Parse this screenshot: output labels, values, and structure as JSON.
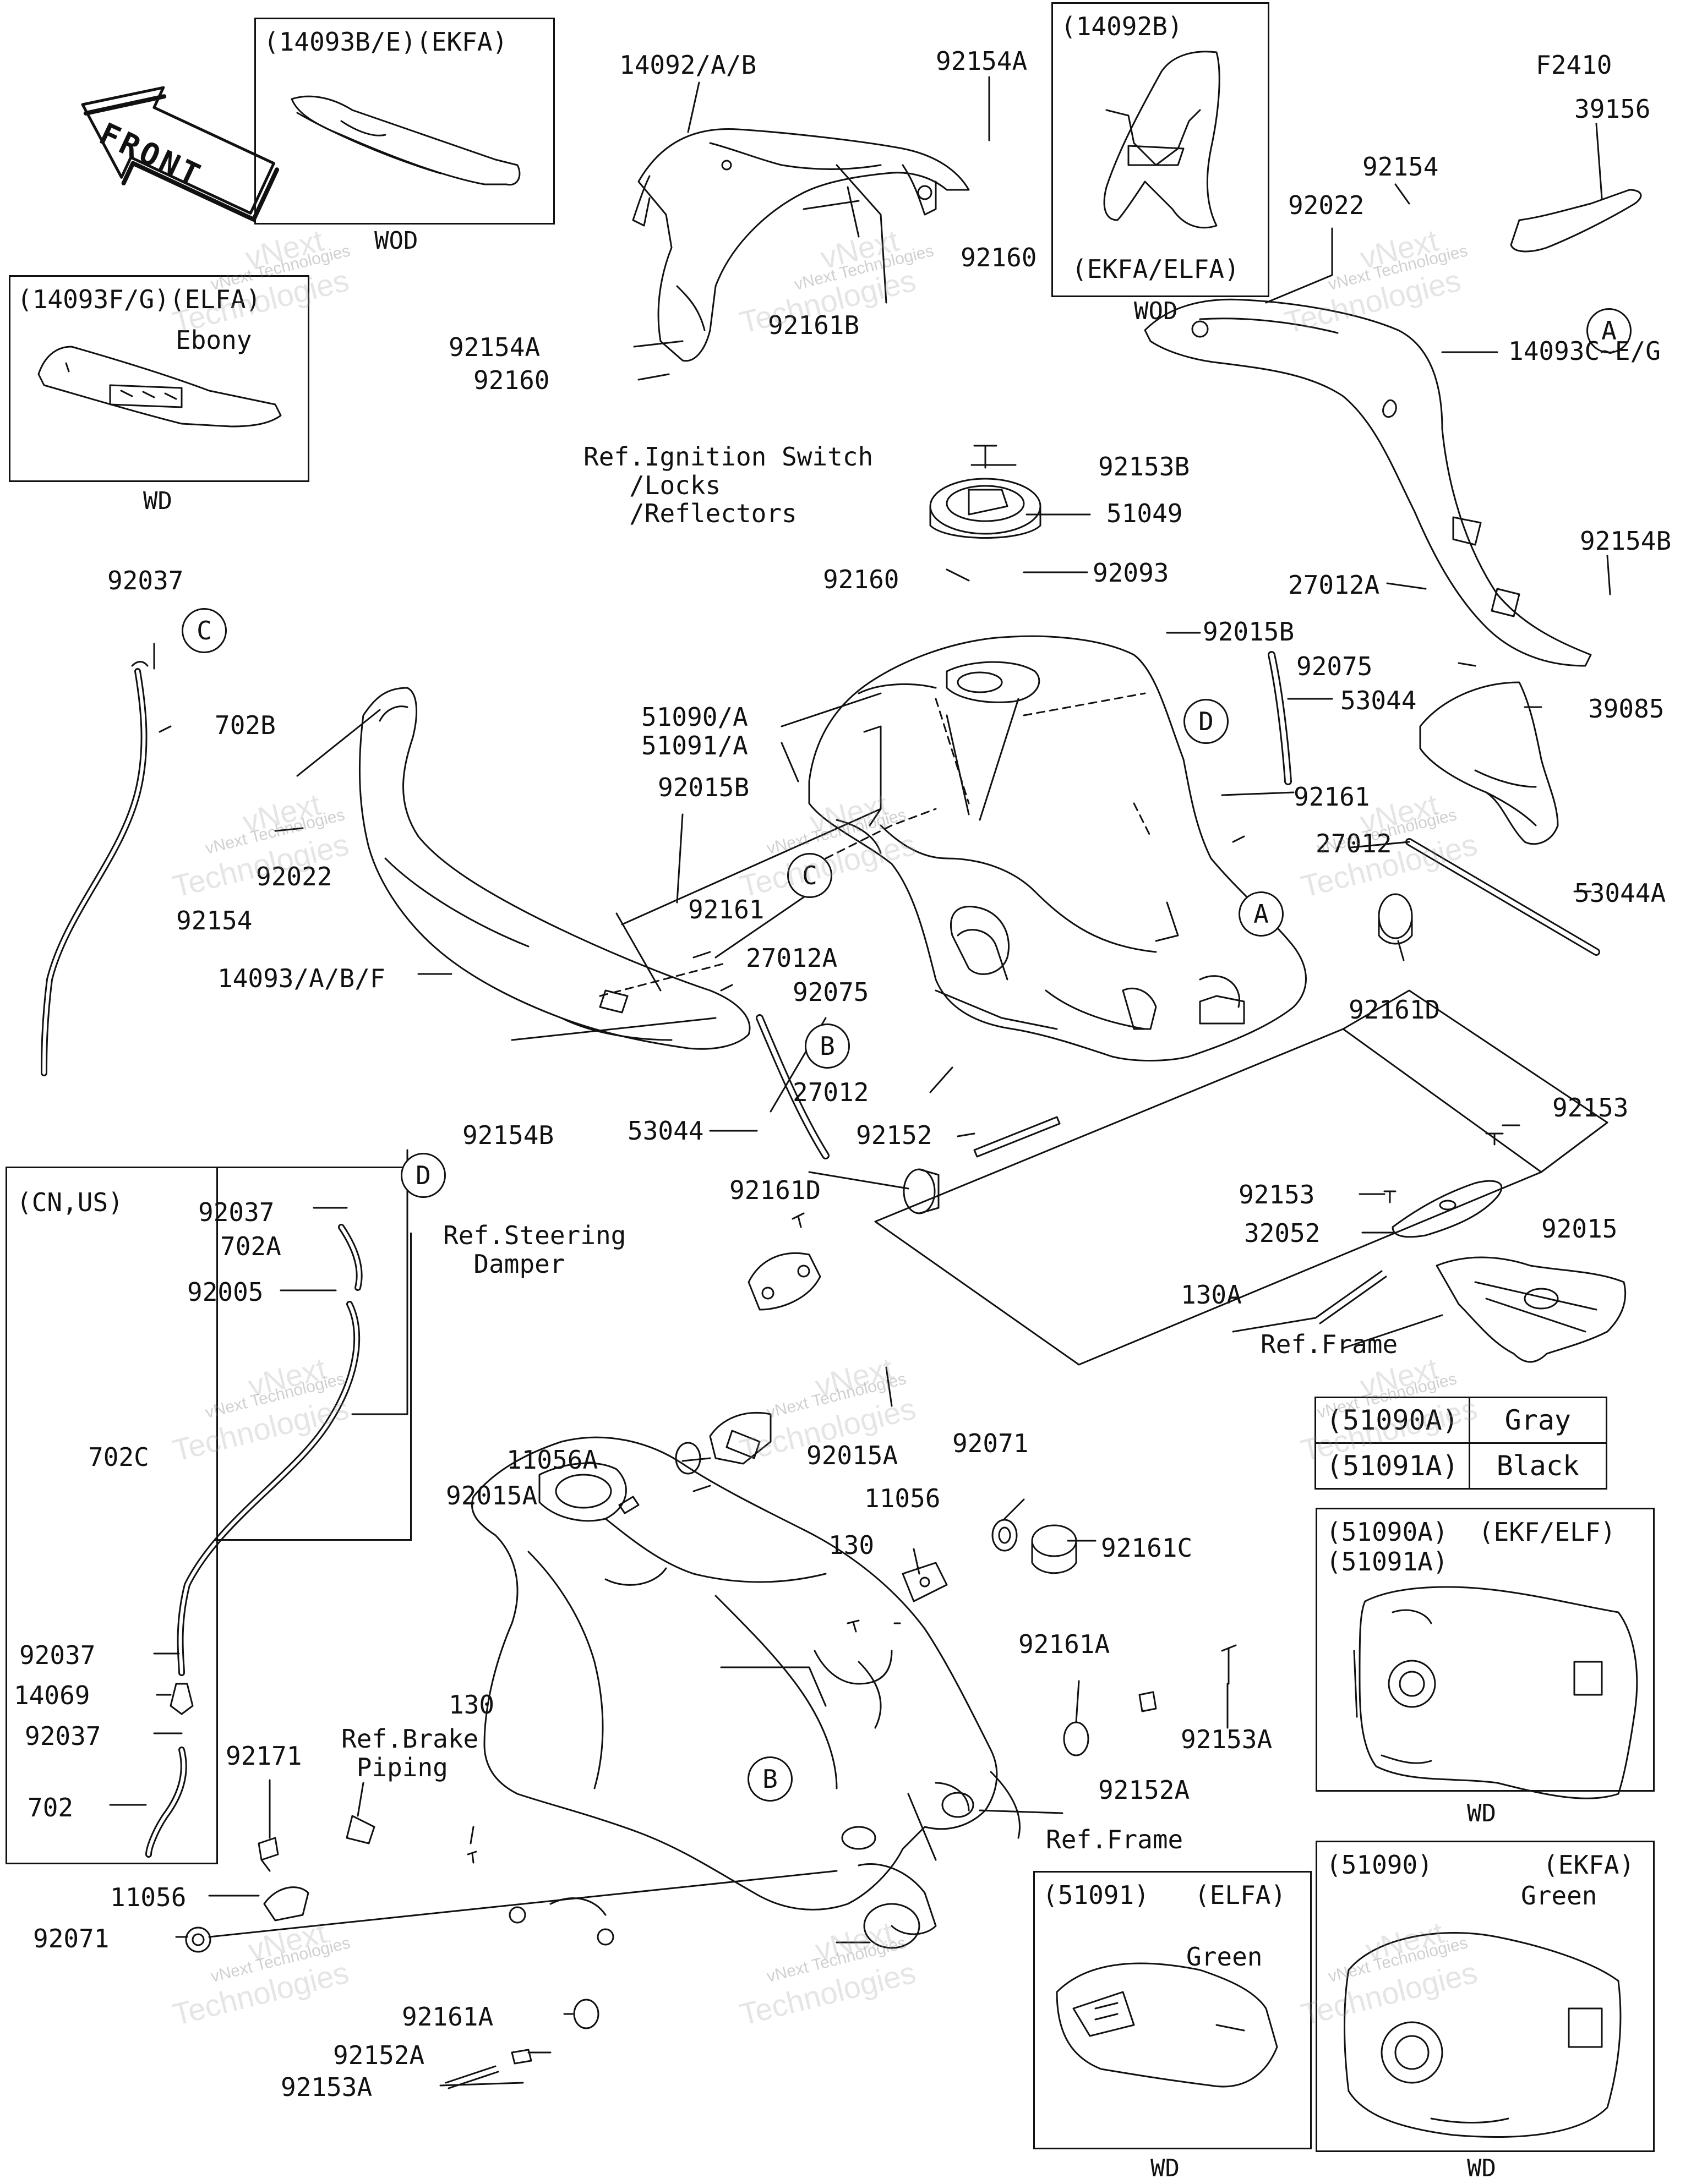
{
  "front_arrow": "FRONT",
  "code": "F2410",
  "watermark": {
    "brand": "vNext",
    "line": "vNext Technologies",
    "sub": "Technologies"
  },
  "boxes": {
    "top_left": {
      "title": "(14093B/E)(EKFA)",
      "caption": "WOD"
    },
    "left_mid": {
      "title": "(14093F/G)(ELFA)",
      "note": "Ebony",
      "caption": "WD"
    },
    "top_center": {
      "title": "(14092B)",
      "sub": "(EKFA/ELFA)",
      "caption": "WOD"
    },
    "cn_us": {
      "title": "(CN,US)"
    },
    "bot_right_upper": {
      "title1": "(51090A)  (EKF/ELF)",
      "title2": "(51091A)",
      "caption": "WD"
    },
    "bot_right_lower": {
      "title": "(51090)",
      "variant": "(EKFA)",
      "note": "Green",
      "caption": "WD"
    },
    "bot_mid": {
      "title": "(51091)",
      "variant": "(ELFA)",
      "note": "Green",
      "caption": "WD"
    }
  },
  "color_table": [
    {
      "part": "(51090A)",
      "color": "Gray"
    },
    {
      "part": "(51091A)",
      "color": "Black"
    }
  ],
  "refs": {
    "ignition": "Ref.Ignition Switch\n   /Locks\n   /Reflectors",
    "steering": "Ref.Steering\n  Damper",
    "frame1": "Ref.Frame",
    "frame2": "Ref.Frame",
    "brake": "Ref.Brake\n Piping"
  },
  "circle_letters": {
    "A": "A",
    "B": "B",
    "C": "C",
    "D": "D"
  },
  "labels": {
    "p14092AB": "14092/A/B",
    "p92154A_top": "92154A",
    "p92160_top": "92160",
    "p92154A_l": "92154A",
    "p92160_l": "92160",
    "p92161B": "92161B",
    "p39156": "39156",
    "p92154": "92154",
    "p92022_top": "92022",
    "p14093CEG": "14093C~E/G",
    "p92153B": "92153B",
    "p51049": "51049",
    "p92160_m": "92160",
    "p92093": "92093",
    "p92154B_r": "92154B",
    "p27012A_r": "27012A",
    "p92015B_r": "92015B",
    "p92075_r": "92075",
    "p53044_r": "53044",
    "p39085": "39085",
    "p92037_top": "92037",
    "p702B": "702B",
    "p51090A": "51090/A",
    "p51091A": "51091/A",
    "p92015B_l": "92015B",
    "p92161_r": "92161",
    "p27012_r": "27012",
    "p53044A": "53044A",
    "p92022_l": "92022",
    "p92154_l": "92154",
    "p92161_l": "92161",
    "p14093ABF": "14093/A/B/F",
    "p27012A_l": "27012A",
    "p92075_l": "92075",
    "p92161D_r": "92161D",
    "p27012_m": "27012",
    "p92154B_l": "92154B",
    "p53044_l": "53044",
    "p92152": "92152",
    "p92153_r1": "92153",
    "p92037_a": "92037",
    "p92161D_m": "92161D",
    "p702A": "702A",
    "p92153_r2": "92153",
    "p92015_r": "92015",
    "p32052": "32052",
    "p92005": "92005",
    "p130A": "130A",
    "p702C": "702C",
    "p92015A_r": "92015A",
    "p11056A": "11056A",
    "p92015A_l": "92015A",
    "p92071_r": "92071",
    "p11056_r": "11056",
    "p130_r": "130",
    "p92161C": "92161C",
    "p92161A_r": "92161A",
    "p92037_b": "92037",
    "p14069": "14069",
    "p92037_c": "92037",
    "p702": "702",
    "p92153A_r": "92153A",
    "p92152A_r": "92152A",
    "p92171": "92171",
    "p130_l": "130",
    "p11056_l": "11056",
    "p92071_l": "92071",
    "p92161A_l": "92161A",
    "p92152A_l": "92152A",
    "p92153A_l": "92153A"
  }
}
